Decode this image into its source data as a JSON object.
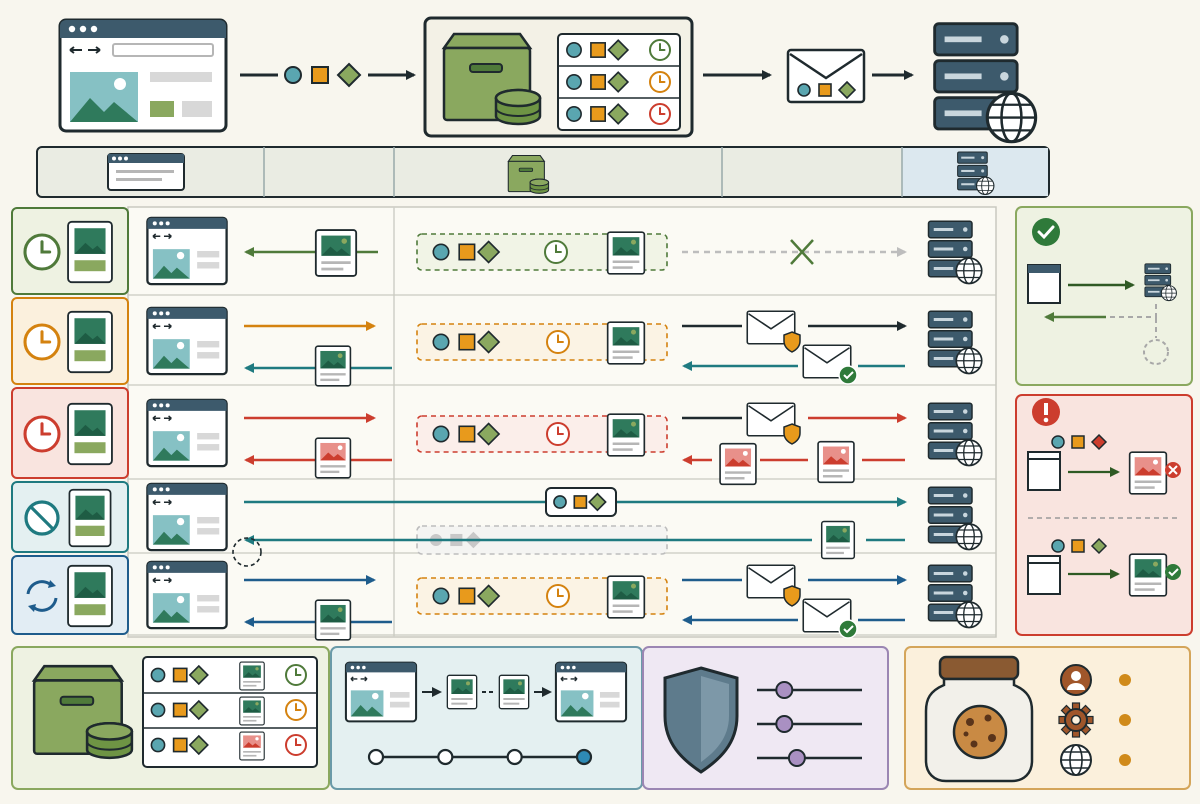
{
  "colors": {
    "background": "#f8f6ee",
    "ink": "#1f2a2e",
    "green": "#4f7a3a",
    "green_light": "#8aa85f",
    "green_panel": "#eef2e2",
    "orange": "#d4820f",
    "orange_panel": "#fbf0dd",
    "red": "#cc3d2e",
    "red_panel": "#f9e4df",
    "teal": "#1f7a80",
    "teal_panel": "#e4f0f1",
    "blue": "#1e5c8c",
    "blue_panel": "#e2edf4",
    "purple_panel": "#efe8f3",
    "purple": "#9b86b3",
    "beige_panel": "#fbf0dc",
    "server": "#3d5a6c",
    "gray": "#bdbdbd",
    "image_blue": "#86c1c4",
    "image_green": "#2f7a5c"
  },
  "icons": {
    "browser": "browser-window-icon",
    "cache_store": "cache-storage-icon",
    "database": "database-icon",
    "envelope": "envelope-icon",
    "server": "server-stack-icon",
    "globe": "globe-icon",
    "clock": "clock-icon",
    "no_cache": "prohibited-icon",
    "refresh": "refresh-icon",
    "shield": "shield-icon",
    "cookie_jar": "cookie-jar-icon",
    "user": "user-icon",
    "gear": "gear-icon",
    "check": "check-icon",
    "cross": "x-mark-icon",
    "alert": "exclamation-icon",
    "document": "cached-document-icon",
    "slider": "settings-slider-icon"
  },
  "rows": [
    {
      "id": "fresh",
      "state": "fresh",
      "status_icon": "clock-icon",
      "status_color": "green"
    },
    {
      "id": "stale-revalidate",
      "state": "stale",
      "status_icon": "clock-icon",
      "status_color": "orange"
    },
    {
      "id": "expired",
      "state": "expired",
      "status_icon": "clock-icon",
      "status_color": "red"
    },
    {
      "id": "no-store",
      "state": "no-cache",
      "status_icon": "prohibited-icon",
      "status_color": "teal"
    },
    {
      "id": "refresh",
      "state": "revalidate",
      "status_icon": "refresh-icon",
      "status_color": "blue"
    }
  ],
  "header_cache_entries": [
    "green",
    "orange",
    "red"
  ],
  "timeline_steps": 4,
  "timeline_active_step": 4,
  "privacy_sliders": [
    0.26,
    0.26,
    0.38
  ],
  "cookie_items": [
    "user-icon",
    "gear-icon",
    "globe-icon"
  ]
}
